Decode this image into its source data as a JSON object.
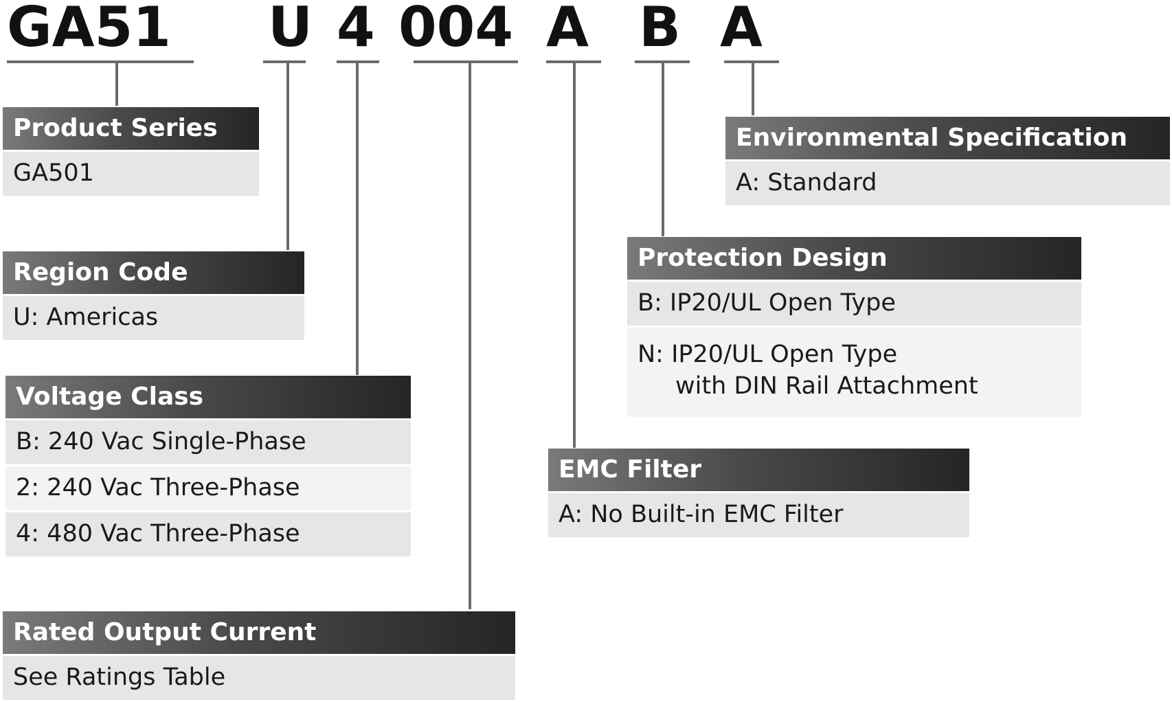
{
  "code": {
    "series": "GA51",
    "region": "U",
    "voltage": "4",
    "current": "004",
    "emc": "A",
    "protection": "B",
    "environment": "A"
  },
  "boxes": {
    "product_series": {
      "header": "Product Series",
      "rows": [
        "GA501"
      ]
    },
    "region_code": {
      "header": "Region Code",
      "rows": [
        "U: Americas"
      ]
    },
    "voltage_class": {
      "header": "Voltage Class",
      "rows": [
        "B: 240 Vac Single-Phase",
        "2: 240 Vac Three-Phase",
        "4: 480 Vac Three-Phase"
      ]
    },
    "rated_output_current": {
      "header": "Rated Output Current",
      "rows": [
        "See Ratings Table"
      ]
    },
    "emc_filter": {
      "header": "EMC Filter",
      "rows": [
        "A: No Built-in EMC Filter"
      ]
    },
    "protection_design": {
      "header": "Protection Design",
      "rows": [
        "B: IP20/UL Open Type",
        "N: IP20/UL Open Type",
        "with DIN Rail Attachment"
      ]
    },
    "environmental_specification": {
      "header": "Environmental Specification",
      "rows": [
        "A: Standard"
      ]
    }
  }
}
